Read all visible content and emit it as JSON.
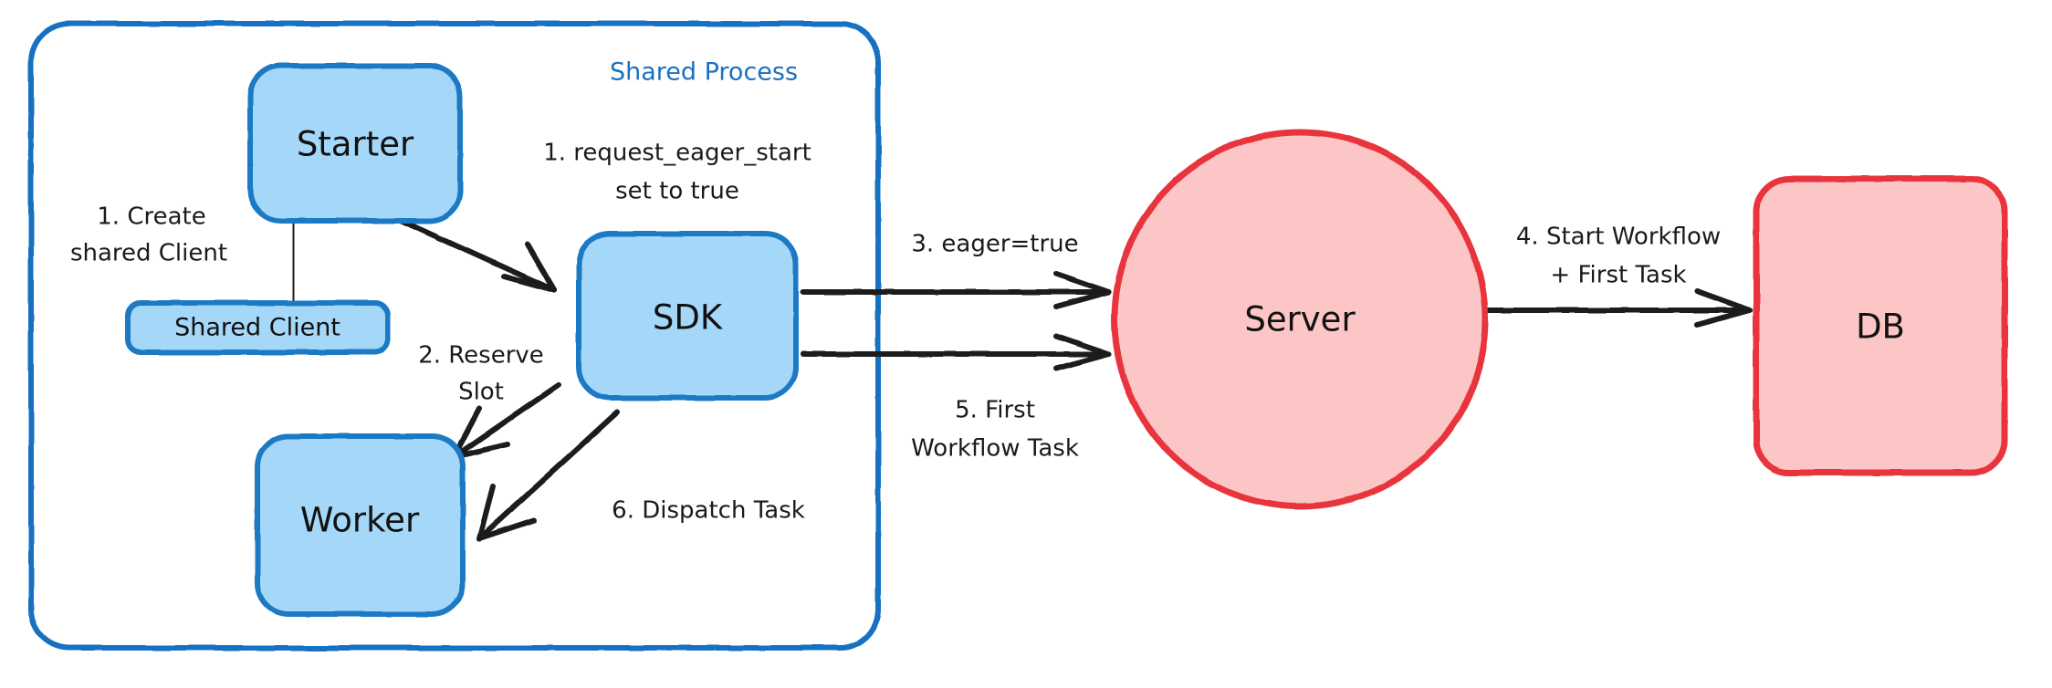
{
  "diagram": {
    "title": "Shared Process eager workflow start sequence",
    "colors": {
      "blue_fill": "#a5d8f8",
      "blue_stroke": "#1b7ac4",
      "group_stroke": "#1971c2",
      "red_fill": "#fcc6c6",
      "red_stroke": "#e8353c",
      "arrow": "#1a1a1a",
      "text": "#111111"
    },
    "group": {
      "name": "shared-process-group",
      "label": "Shared Process"
    },
    "nodes": [
      {
        "id": "starter",
        "label": "Starter",
        "shape": "rounded-rect",
        "style": "blue"
      },
      {
        "id": "shared-client",
        "label": "Shared Client",
        "shape": "rounded-rect",
        "style": "blue"
      },
      {
        "id": "sdk",
        "label": "SDK",
        "shape": "rounded-rect",
        "style": "blue"
      },
      {
        "id": "worker",
        "label": "Worker",
        "shape": "rounded-rect",
        "style": "blue"
      },
      {
        "id": "server",
        "label": "Server",
        "shape": "ellipse",
        "style": "red"
      },
      {
        "id": "db",
        "label": "DB",
        "shape": "rounded-rect",
        "style": "red"
      }
    ],
    "edges": [
      {
        "id": "e1",
        "from": "starter",
        "to": "shared-client",
        "label": "1. Create\nshared Client",
        "line1": "1. Create",
        "line2": "shared Client",
        "arrow": false
      },
      {
        "id": "e2",
        "from": "starter",
        "to": "sdk",
        "label": "1. request_eager_start\nset to true",
        "line1": "1. request_eager_start",
        "line2": "set to true",
        "arrow": true
      },
      {
        "id": "e3",
        "from": "sdk",
        "to": "worker",
        "label": "2. Reserve\nSlot",
        "line1": "2. Reserve",
        "line2": "Slot",
        "arrow": true
      },
      {
        "id": "e4",
        "from": "sdk",
        "to": "server",
        "label": "3. eager=true",
        "line1": "3. eager=true",
        "line2": "",
        "arrow": true
      },
      {
        "id": "e5",
        "from": "server",
        "to": "db",
        "label": "4. Start Workflow\n+ First Task",
        "line1": "4. Start Workflow",
        "line2": "+ First Task",
        "arrow": true
      },
      {
        "id": "e6",
        "from": "server",
        "to": "sdk",
        "label": "5. First\nWorkflow Task",
        "line1": "5. First",
        "line2": "Workflow Task",
        "arrow": true
      },
      {
        "id": "e7",
        "from": "sdk",
        "to": "worker",
        "label": "6. Dispatch Task",
        "line1": "6. Dispatch Task",
        "line2": "",
        "arrow": true
      }
    ]
  }
}
